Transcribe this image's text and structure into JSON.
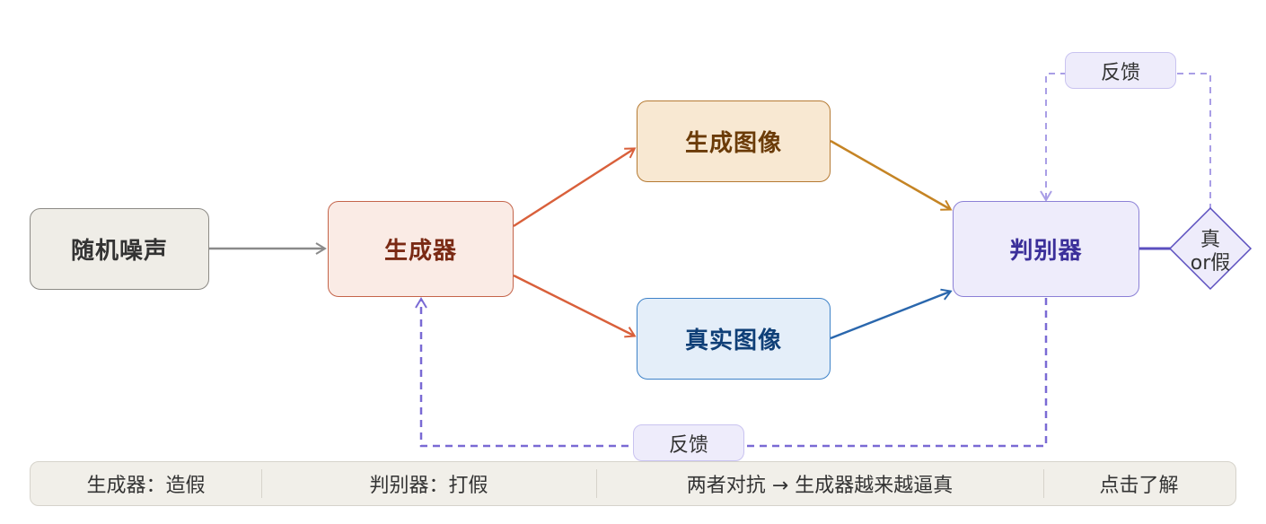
{
  "nodes": {
    "noise": "随机噪声",
    "generator": "生成器",
    "generated_image": "生成图像",
    "real_image": "真实图像",
    "discriminator": "判别器"
  },
  "decision": {
    "line1": "真",
    "line2": "or假"
  },
  "feedback": {
    "top": "反馈",
    "bottom": "反馈"
  },
  "footer": [
    "生成器：造假",
    "判别器：打假",
    "两者对抗 → 生成器越来越逼真",
    "点击了解"
  ],
  "colors": {
    "noise_fill": "#efede7",
    "generator_fill": "#faebe5",
    "generator_border": "#c4644a",
    "generated_fill": "#f8e8d2",
    "generated_border": "#b57a33",
    "real_fill": "#e4eef9",
    "real_border": "#3e82c8",
    "disc_fill": "#eeecfb",
    "disc_border": "#8b80d6",
    "arrow_orange": "#d9603b",
    "arrow_gold": "#c58424",
    "arrow_blue": "#2a67ad",
    "feedback_purple": "#7a6ad4"
  }
}
